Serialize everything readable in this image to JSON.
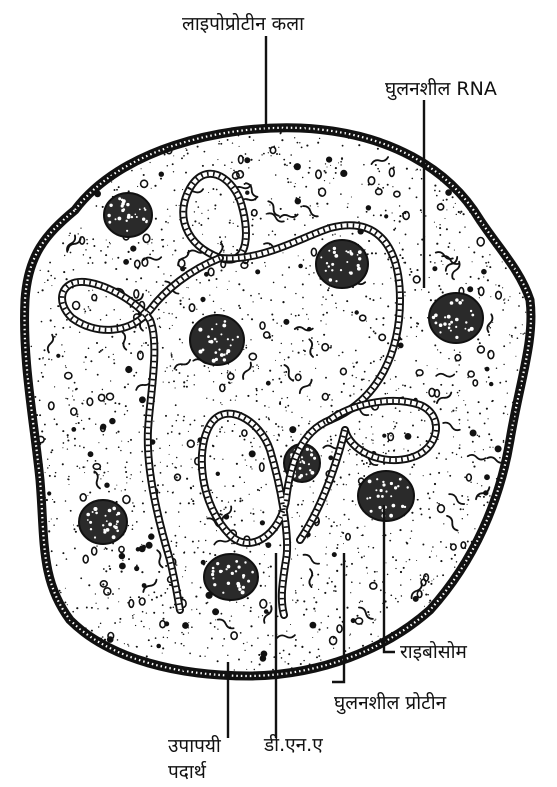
{
  "labels": {
    "lipoprotein_membrane": "लाइपोप्रोटीन कला",
    "soluble_rna": "घुलनशील RNA",
    "ribosome": "राइबोसोम",
    "soluble_protein": "घुलनशील प्रोटीन",
    "dna": "डी.एन.ए",
    "reserve_material_line1": "उपापयी",
    "reserve_material_line2": "पदार्थ"
  },
  "colors": {
    "ink": "#111111",
    "background": "#ffffff"
  }
}
